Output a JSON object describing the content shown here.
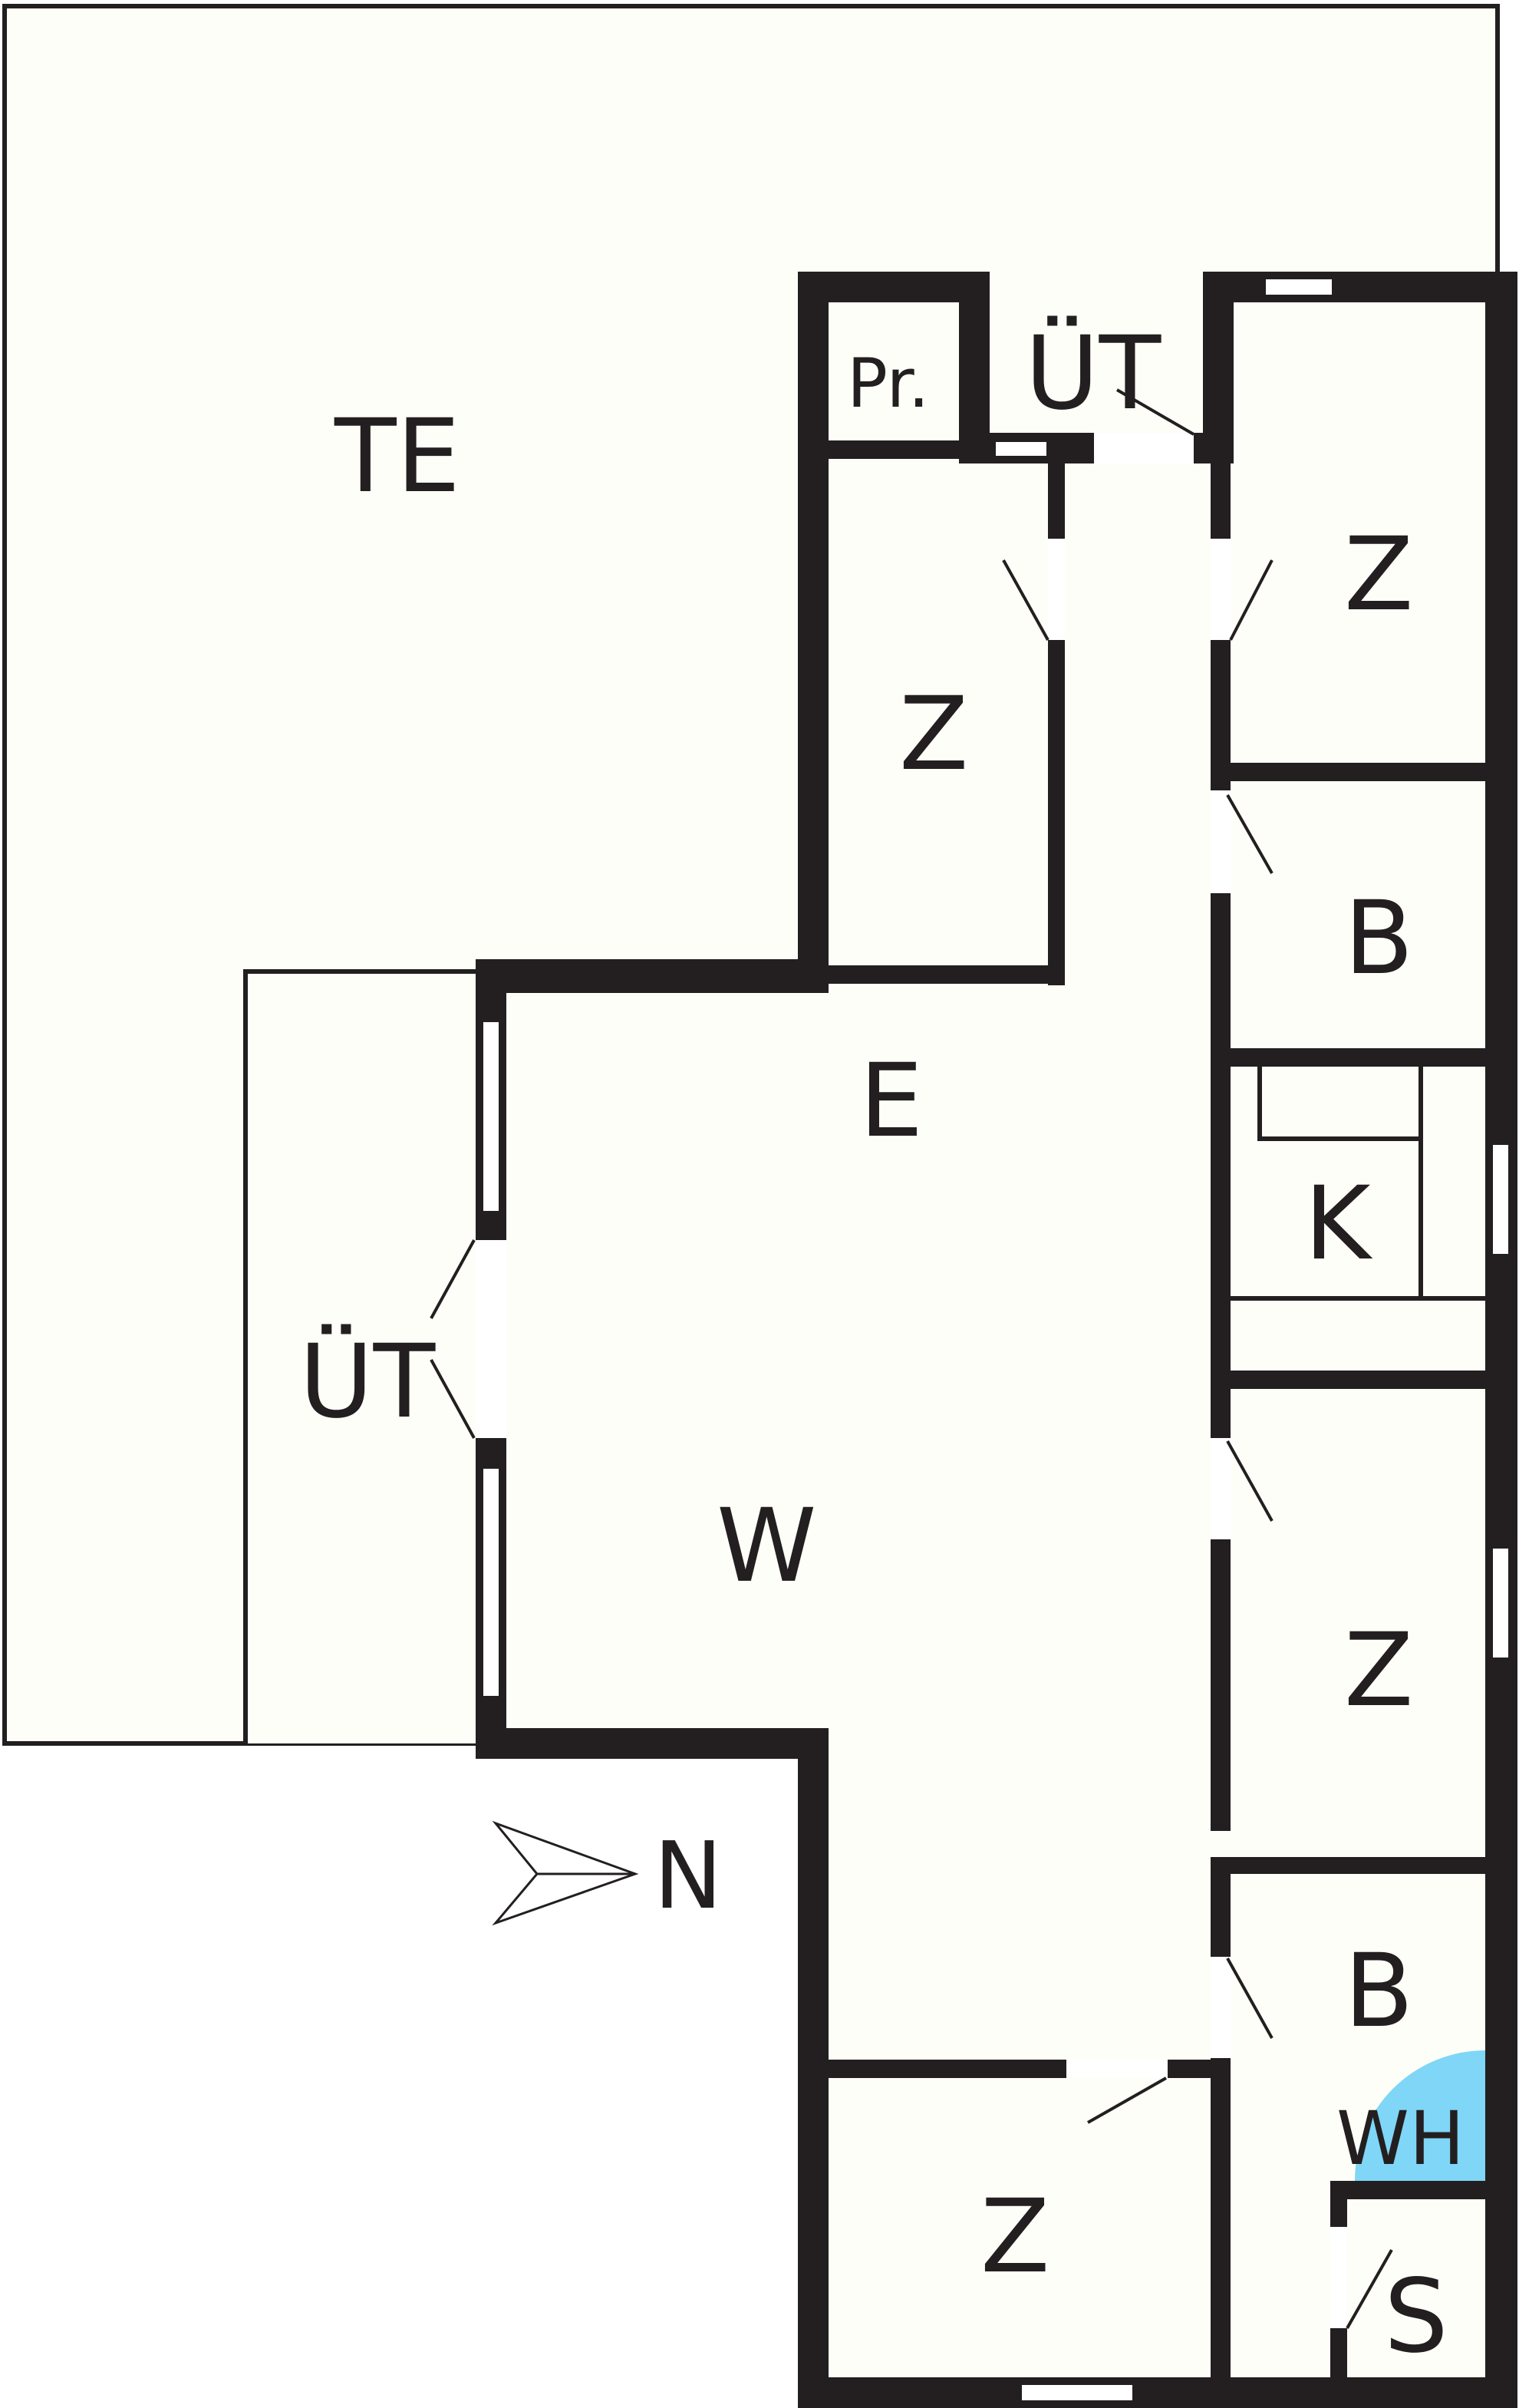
{
  "floorplan": {
    "rooms": {
      "terrace": "TE",
      "pantry": "Pr.",
      "cover_top": "ÜT",
      "cover_left": "ÜT",
      "room_mid_left": "Z",
      "room_top_right": "Z",
      "bath_upper": "B",
      "entrance": "E",
      "kitchen": "K",
      "living": "W",
      "room_right_lower": "Z",
      "bath_lower": "B",
      "room_bottom": "Z",
      "storage": "S",
      "water_heater": "WH"
    },
    "compass_label": "N",
    "colors": {
      "floor": "#fefef8",
      "wall": "#231f20",
      "water_heater": "#7fd6f7"
    }
  }
}
